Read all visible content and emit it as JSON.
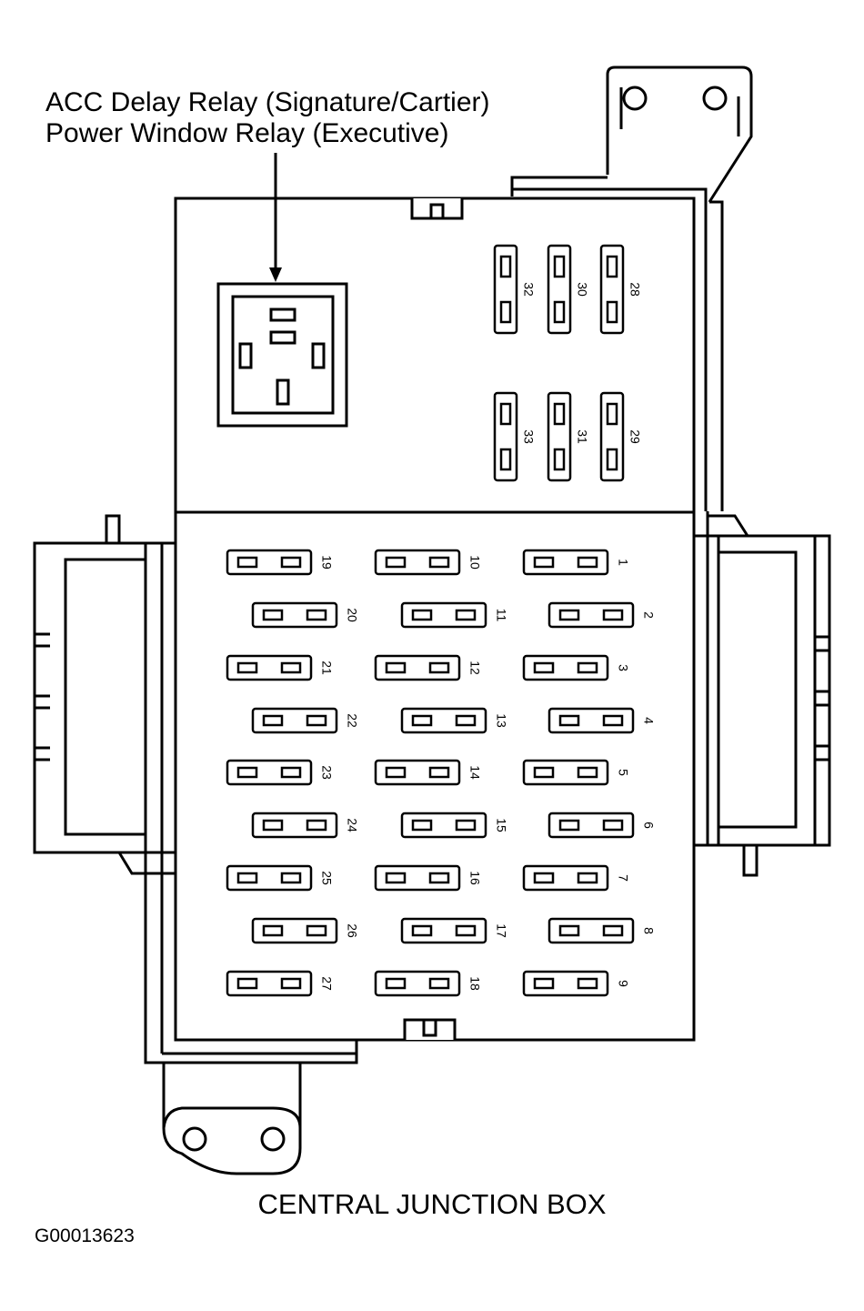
{
  "callout": {
    "line1": "ACC Delay Relay (Signature/Cartier)",
    "line2": "Power Window Relay (Executive)"
  },
  "caption": "CENTRAL JUNCTION BOX",
  "figure_id": "G00013623",
  "fuses_top_row1": [
    "32",
    "30",
    "28"
  ],
  "fuses_top_row2": [
    "33",
    "31",
    "29"
  ],
  "fuses_lower": {
    "col1": [
      "19",
      "20",
      "21",
      "22",
      "23",
      "24",
      "25",
      "26",
      "27"
    ],
    "col2": [
      "10",
      "11",
      "12",
      "13",
      "14",
      "15",
      "16",
      "17",
      "18"
    ],
    "col3": [
      "1",
      "2",
      "3",
      "4",
      "5",
      "6",
      "7",
      "8",
      "9"
    ]
  }
}
